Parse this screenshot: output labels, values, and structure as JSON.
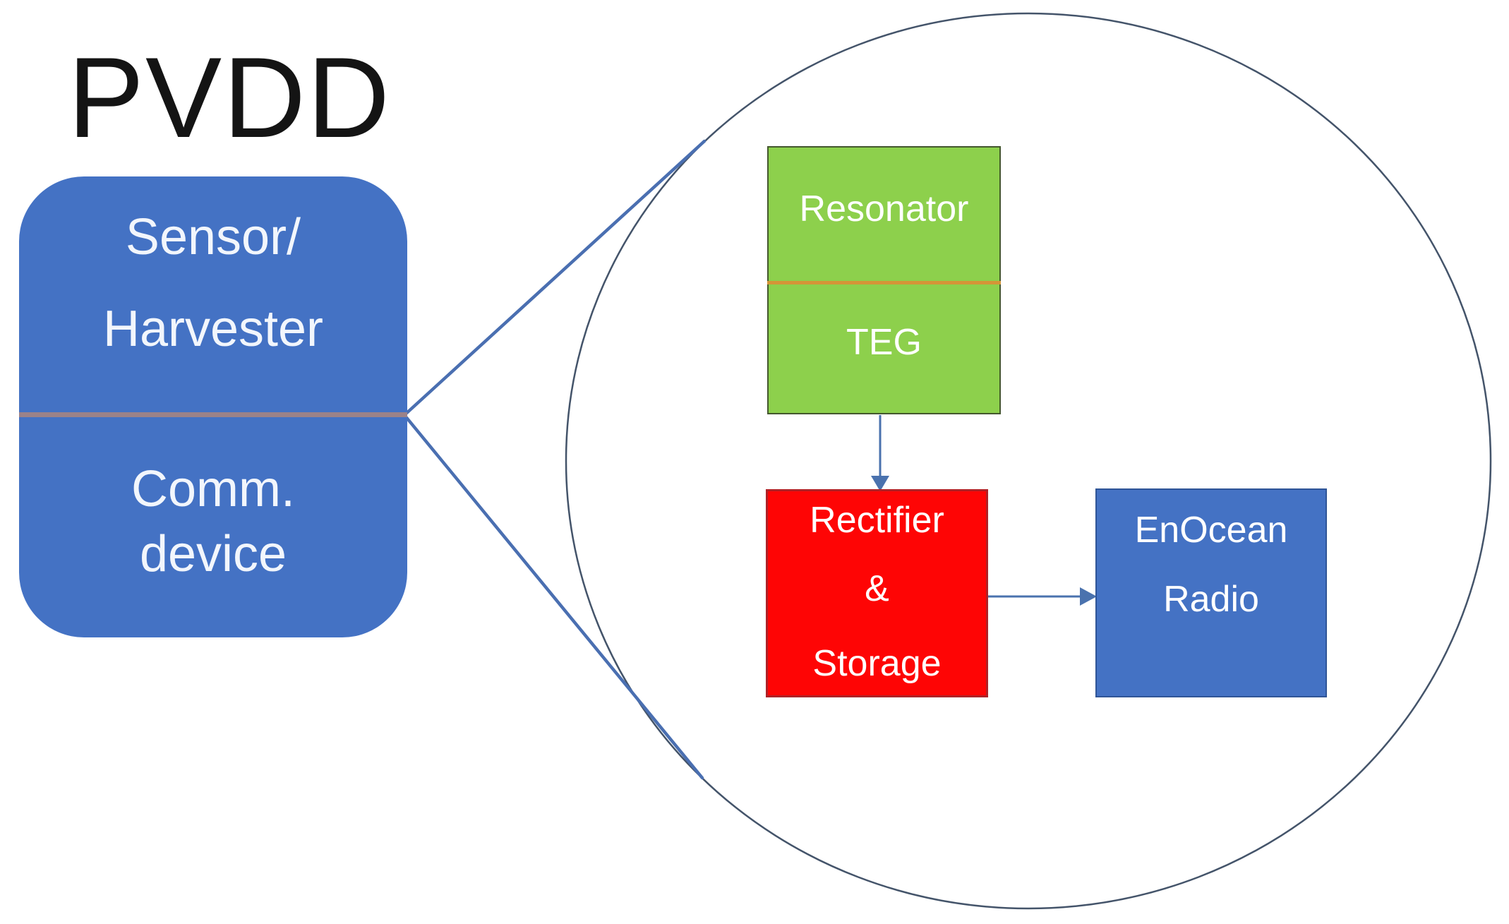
{
  "title": "PVDD",
  "colors": {
    "background": "#ffffff",
    "title_text": "#141414",
    "device_box_fill": "#4472C4",
    "device_box_text": "#F2F6FC",
    "device_divider": "#9B8289",
    "resonator_fill": "#8DD04C",
    "resonator_border": "#44582E",
    "resonator_divider": "#D49537",
    "rectifier_fill": "#FE0505",
    "rectifier_border": "#B02126",
    "radio_fill": "#4472C4",
    "radio_border": "#2F5597",
    "circle_stroke": "#44546A",
    "cone_stroke": "#4A6FB1",
    "arrow_stroke": "#4A72AE"
  },
  "device_box": {
    "top_section": {
      "line1": "Sensor/",
      "line2": "Harvester"
    },
    "bottom_section": {
      "line1": "Comm.",
      "line2": "device"
    }
  },
  "zoom_view": {
    "resonator_box": {
      "top_label": "Resonator",
      "bottom_label": "TEG"
    },
    "rectifier_box": {
      "line1": "Rectifier",
      "line2": "&",
      "line3": "Storage"
    },
    "radio_box": {
      "line1": "EnOcean",
      "line2": "Radio"
    }
  }
}
